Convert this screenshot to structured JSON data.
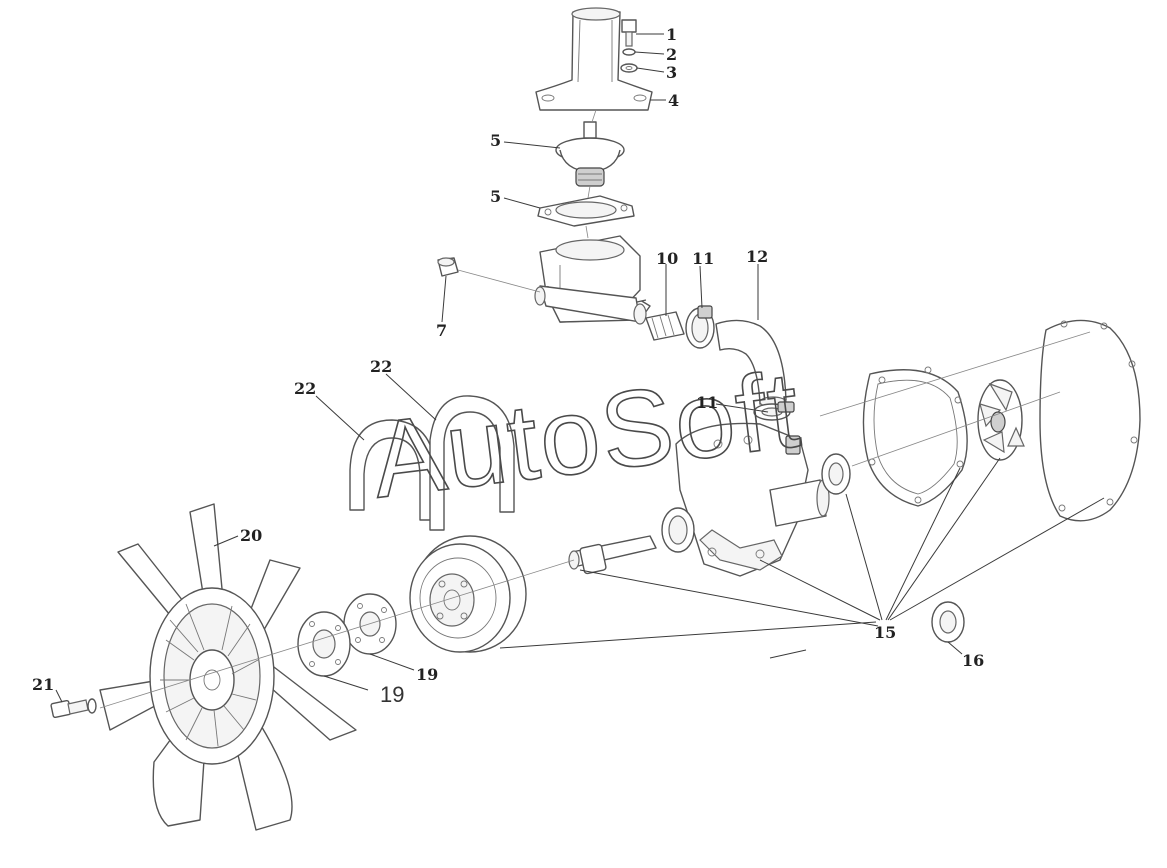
{
  "watermark": "AutoSoft",
  "callouts": {
    "c1": "1",
    "c2": "2",
    "c3": "3",
    "c4": "4",
    "c5a": "5",
    "c5b": "5",
    "c7": "7",
    "c10": "10",
    "c11a": "11",
    "c11b": "11",
    "c12": "12",
    "c15": "15",
    "c16": "16",
    "c19a": "19",
    "c19b": "19",
    "c20": "20",
    "c21": "21",
    "c22a": "22",
    "c22b": "22"
  }
}
